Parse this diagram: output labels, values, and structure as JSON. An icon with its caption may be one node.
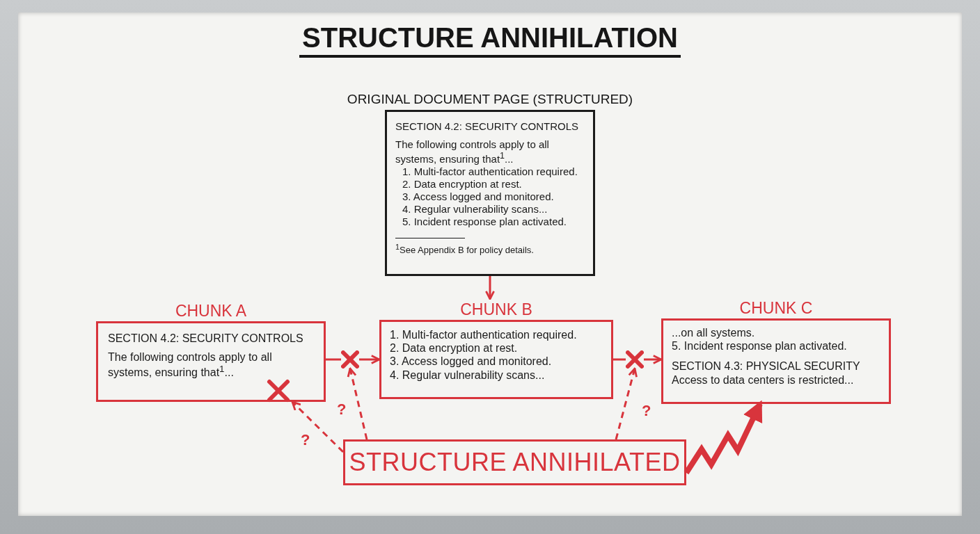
{
  "diagram": {
    "title": "STRUCTURE ANNIHILATION",
    "nodes": [
      {
        "text": [
          "ORIGINAL DOCUMENT PAGE (STRUCTURED)",
          "SECTION 4.2: SECURITY CONTROLS",
          "The following controls apply to all systems, ensuring that$^{1}$...",
          "1. Multi-factor authentication required.",
          "2. Data encryption at rest.",
          "3. Access logged and monitored.",
          "4. Regular vulnerability scans...",
          "5. Incident response plan activated.",
          "$^{1}$See Appendix B for policy details."
        ]
      },
      {
        "text": [
          "CHUNK A",
          "SECTION 4.2: SECURITY CONTROLS",
          "The following controls apply to all systems, ensuring that$^{1}$..."
        ]
      },
      {
        "text": [
          "CHUNK B",
          "1. Multi-factor authentication required.",
          "2. Data encryption at rest.",
          "3. Access logged and monitored.",
          "4. Regular vulnerability scans..."
        ]
      },
      {
        "text": [
          "CHUNK C",
          "...on all systems.",
          "5. Incident response plan activated.",
          "SECTION 4.3: PHYSICAL SECURITY",
          "Access to data centers is restricted..."
        ]
      },
      {
        "text": [
          "STRUCTURE ANNIHILATED"
        ]
      },
      {
        "text": [],
        "shape": "cross"
      },
      {
        "text": [],
        "shape": "cross"
      }
    ],
    "edges": [
      {
        "from": 0,
        "to": 2,
        "arrow": "to"
      },
      {
        "from": 1,
        "to": 5,
        "arrow": "none"
      },
      {
        "from": 5,
        "to": 2,
        "arrow": "to"
      },
      {
        "from": 2,
        "to": 6,
        "arrow": "none"
      },
      {
        "from": 6,
        "to": 3,
        "arrow": "to"
      },
      {
        "from": 4,
        "to": 1,
        "arrow": "to",
        "style": "dashed",
        "label": "?"
      },
      {
        "from": 4,
        "to": 5,
        "arrow": "to",
        "style": "dashed",
        "label": "?"
      },
      {
        "from": 4,
        "to": 6,
        "arrow": "to",
        "style": "dashed",
        "label": "?"
      },
      {
        "from": 4,
        "to": 3,
        "arrow": "to",
        "style": "thick"
      }
    ]
  }
}
